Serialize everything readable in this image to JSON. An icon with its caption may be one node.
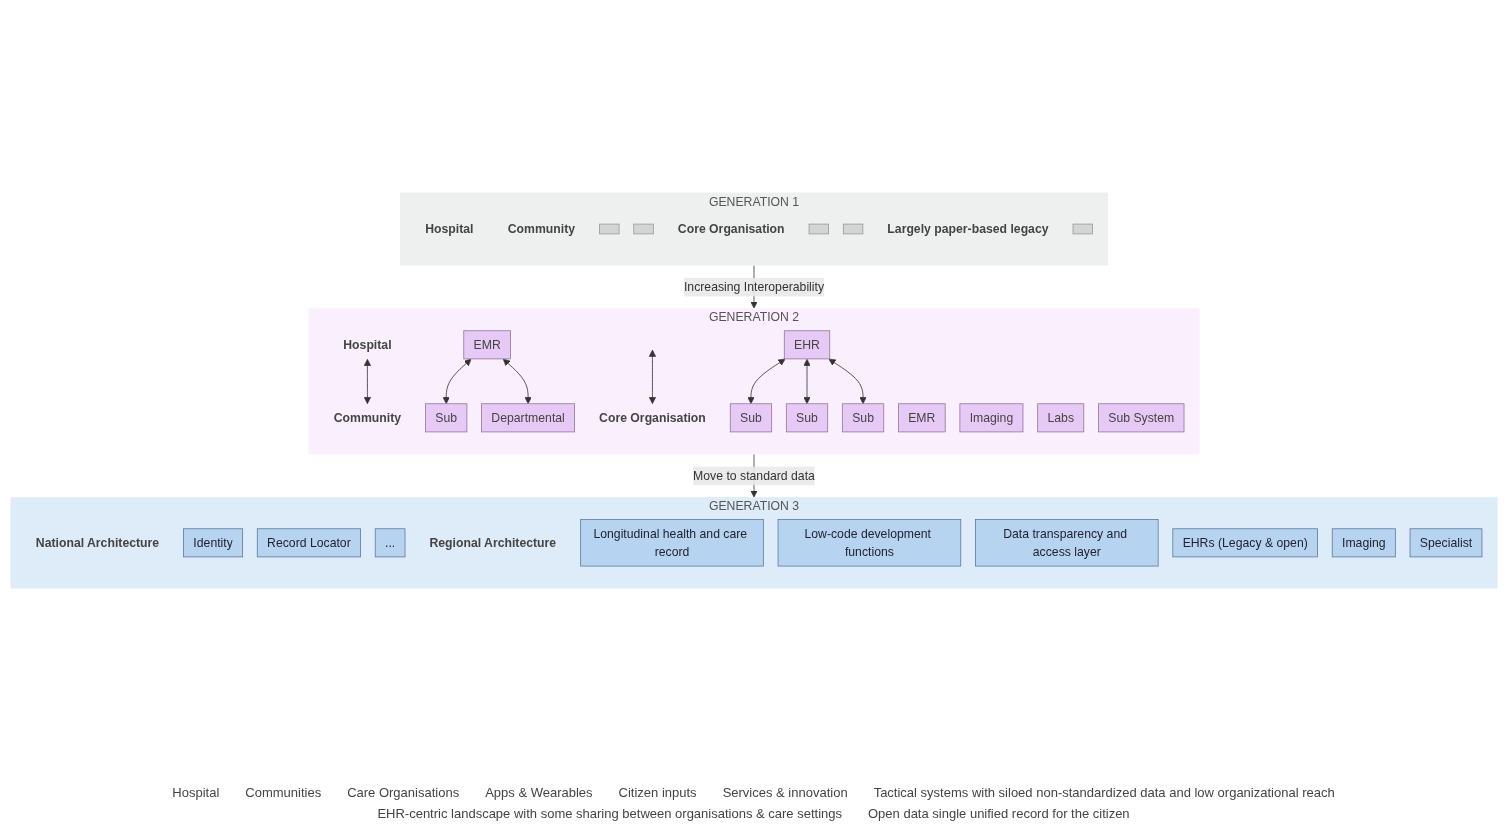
{
  "diagram": {
    "nodes": [
      {
        "text": [
          "GENERATION 1"
        ]
      },
      {
        "text": [
          "Hospital"
        ],
        "in": 0
      },
      {
        "text": [
          "Community"
        ],
        "in": 0
      },
      {
        "text": [],
        "shape": "box",
        "in": 0
      },
      {
        "text": [],
        "shape": "box",
        "in": 0
      },
      {
        "text": [
          "Core Organisation"
        ],
        "in": 0
      },
      {
        "text": [],
        "shape": "box",
        "in": 0
      },
      {
        "text": [],
        "shape": "box",
        "in": 0
      },
      {
        "text": [
          "Largely paper-based legacy"
        ],
        "in": 0
      },
      {
        "text": [],
        "shape": "box",
        "in": 0
      },
      {
        "text": [
          "GENERATION 2"
        ]
      },
      {
        "text": [
          "Hospital"
        ],
        "in": 10
      },
      {
        "text": [
          "Community"
        ],
        "in": 10
      },
      {
        "text": [
          "EMR"
        ],
        "in": 10
      },
      {
        "text": [
          "Imaging"
        ],
        "in": 10
      },
      {
        "text": [
          "Labs"
        ],
        "in": 10
      },
      {
        "text": [
          "EMR"
        ],
        "in": 10
      },
      {
        "text": [
          "Sub"
        ],
        "in": 10
      },
      {
        "text": [
          "Sub System"
        ],
        "in": 10
      },
      {
        "text": [
          "Departmental"
        ],
        "in": 10
      },
      {
        "text": [
          "Core Organisation"
        ],
        "in": 10
      },
      {
        "text": [
          "EHR"
        ],
        "in": 10
      },
      {
        "text": [
          "Sub"
        ],
        "in": 10
      },
      {
        "text": [
          "Sub"
        ],
        "in": 10
      },
      {
        "text": [
          "Sub"
        ],
        "in": 10
      },
      {
        "text": [
          "GENERATION 3"
        ]
      },
      {
        "text": [
          "National Architecture"
        ],
        "in": 25
      },
      {
        "text": [
          "Identity"
        ],
        "in": 25
      },
      {
        "text": [
          "Record Locator"
        ],
        "in": 25
      },
      {
        "text": [
          "..."
        ],
        "in": 25
      },
      {
        "text": [
          "Regional Architecture"
        ],
        "in": 25
      },
      {
        "text": [
          "Longitudinal health and care record"
        ],
        "in": 25
      },
      {
        "text": [
          "Low-code development functions"
        ],
        "in": 25
      },
      {
        "text": [
          "Data transparency and access layer"
        ],
        "in": 25
      },
      {
        "text": [
          "EHRs (Legacy & open)"
        ],
        "in": 25
      },
      {
        "text": [
          "Imaging"
        ],
        "in": 25
      },
      {
        "text": [
          "Specialist"
        ],
        "in": 25
      }
    ],
    "edges": [
      {
        "from": 0,
        "to": 10,
        "arrow": "to",
        "label": "Increasing Interoperability"
      },
      {
        "from": 10,
        "to": 25,
        "arrow": "to",
        "label": "Move to standard data"
      },
      {
        "from": 11,
        "to": 12,
        "arrow": "both"
      },
      {
        "from": 16,
        "to": 17,
        "arrow": "both"
      },
      {
        "from": 16,
        "to": 19,
        "arrow": "both"
      },
      {
        "from": null,
        "to": 20,
        "arrow": "both"
      },
      {
        "from": 21,
        "to": 22,
        "arrow": "both"
      },
      {
        "from": 21,
        "to": 23,
        "arrow": "both"
      },
      {
        "from": 21,
        "to": 24,
        "arrow": "both"
      }
    ],
    "labels": [
      "Hospital",
      "Communities",
      "Care Organisations",
      "Apps & Wearables",
      "Citizen inputs",
      "Services & innovation",
      "Tactical systems with siloed non-standardized data and low organizational reach",
      "EHR-centric landscape with some sharing between organisations & care settings",
      "Open data single unified record for the citizen"
    ]
  }
}
